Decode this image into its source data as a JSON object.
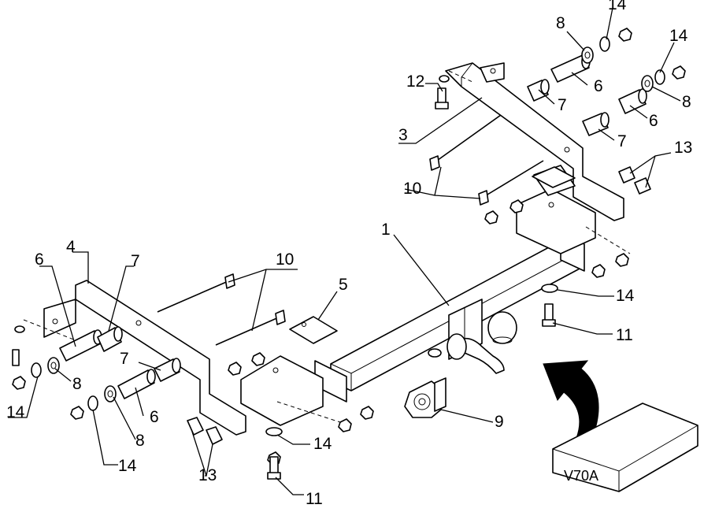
{
  "callouts": [
    {
      "id": "c1",
      "text": "1"
    },
    {
      "id": "c3",
      "text": "3"
    },
    {
      "id": "c4",
      "text": "4"
    },
    {
      "id": "c5",
      "text": "5"
    },
    {
      "id": "c6a",
      "text": "6"
    },
    {
      "id": "c6b",
      "text": "6"
    },
    {
      "id": "c6c",
      "text": "6"
    },
    {
      "id": "c6d",
      "text": "6"
    },
    {
      "id": "c7a",
      "text": "7"
    },
    {
      "id": "c7b",
      "text": "7"
    },
    {
      "id": "c7c",
      "text": "7"
    },
    {
      "id": "c7d",
      "text": "7"
    },
    {
      "id": "c8a",
      "text": "8"
    },
    {
      "id": "c8b",
      "text": "8"
    },
    {
      "id": "c8c",
      "text": "8"
    },
    {
      "id": "c8d",
      "text": "8"
    },
    {
      "id": "c9",
      "text": "9"
    },
    {
      "id": "c10a",
      "text": "10"
    },
    {
      "id": "c10b",
      "text": "10"
    },
    {
      "id": "c11a",
      "text": "11"
    },
    {
      "id": "c11b",
      "text": "11"
    },
    {
      "id": "c12",
      "text": "12"
    },
    {
      "id": "c13a",
      "text": "13"
    },
    {
      "id": "c13b",
      "text": "13"
    },
    {
      "id": "c14a",
      "text": "14"
    },
    {
      "id": "c14b",
      "text": "14"
    },
    {
      "id": "c14c",
      "text": "14"
    },
    {
      "id": "c14d",
      "text": "14"
    },
    {
      "id": "c14e",
      "text": "14"
    },
    {
      "id": "c14f",
      "text": "14"
    }
  ],
  "vehicle_box": {
    "label": "V70A"
  }
}
